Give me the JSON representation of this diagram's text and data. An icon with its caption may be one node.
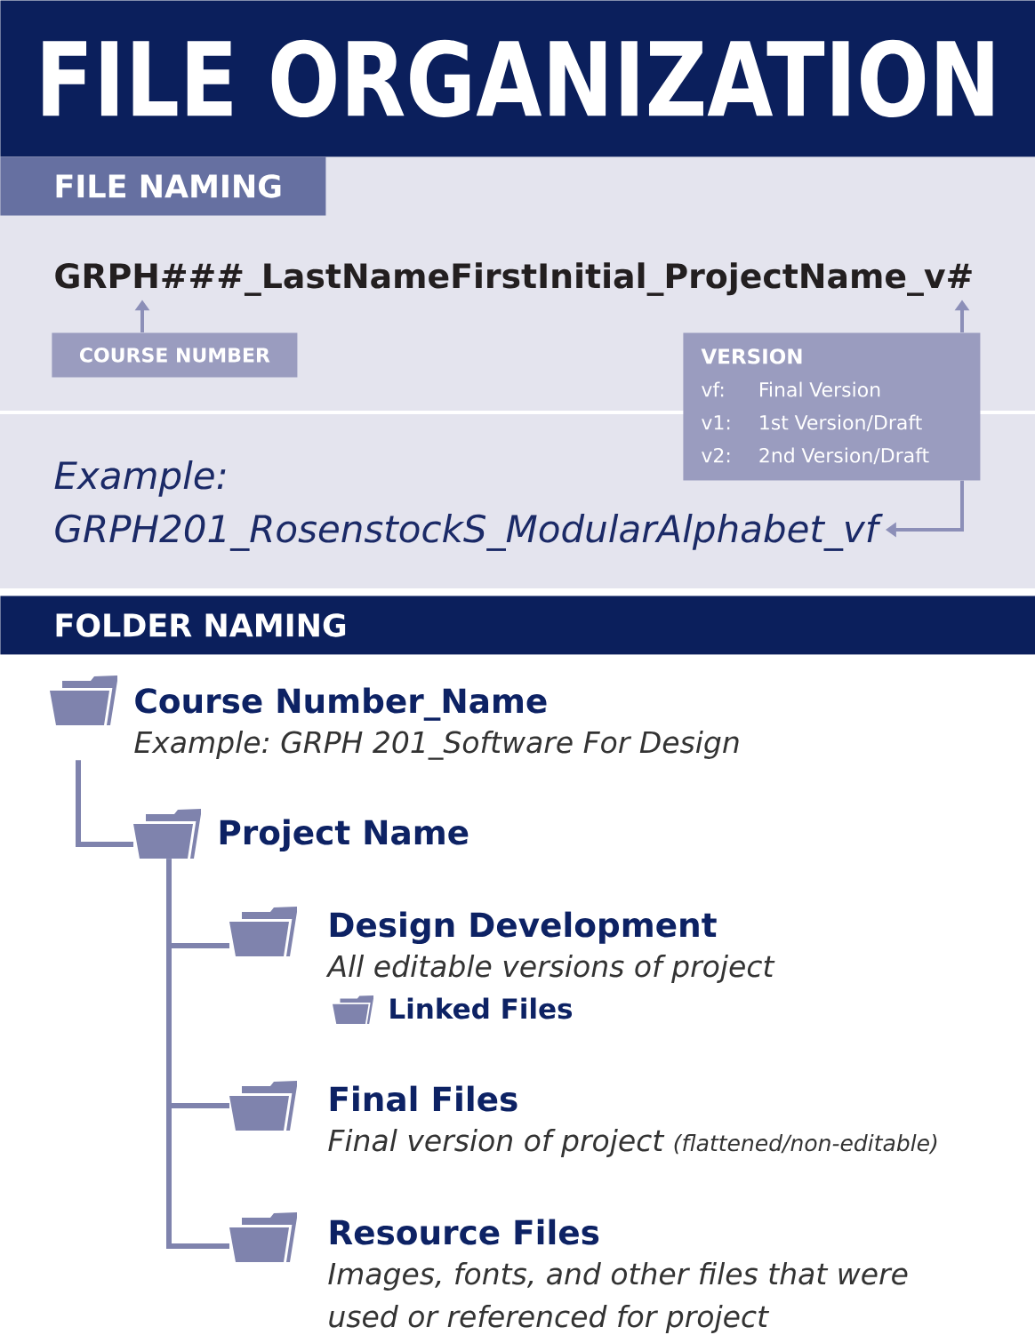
{
  "diagram": {
    "title": "FILE ORGANIZATION",
    "nodes": [
      {
        "text": [
          "FILE NAMING"
        ]
      },
      {
        "text": [
          "GRPH###_LastNameFirstInitial_ProjectName_v#"
        ]
      },
      {
        "text": [
          "COURSE NUMBER"
        ]
      },
      {
        "text": [
          "VERSION",
          "vf:",
          "Final Version",
          "v1:",
          "1st Version/Draft",
          "v2:",
          "2nd Version/Draft"
        ]
      },
      {
        "text": [
          "Example:",
          "GRPH201_RosenstockS_ModularAlphabet_vf"
        ]
      },
      {
        "text": [
          "FOLDER NAMING"
        ]
      },
      {
        "text": [
          "Course Number_Name",
          "Example: GRPH 201_Software For Design"
        ]
      },
      {
        "text": [
          "Project Name"
        ]
      },
      {
        "text": [
          "Design Development",
          "All editable versions of project"
        ]
      },
      {
        "text": [
          "Linked Files"
        ]
      },
      {
        "text": [
          "Final Files",
          "Final version of project",
          "(flattened/non-editable)"
        ]
      },
      {
        "text": [
          "Resource Files",
          "Images, fonts, and other files that were used or referenced for project"
        ]
      }
    ],
    "edges": [
      {
        "from": 2,
        "to": 1,
        "arrow": "to"
      },
      {
        "from": 3,
        "to": 1,
        "arrow": "to"
      },
      {
        "from": 3,
        "to": 4,
        "arrow": "to"
      },
      {
        "from": 6,
        "to": 7,
        "arrow": "none"
      },
      {
        "from": 7,
        "to": 8,
        "arrow": "none"
      },
      {
        "from": 7,
        "to": 10,
        "arrow": "none"
      },
      {
        "from": 7,
        "to": 11,
        "arrow": "none"
      }
    ]
  }
}
